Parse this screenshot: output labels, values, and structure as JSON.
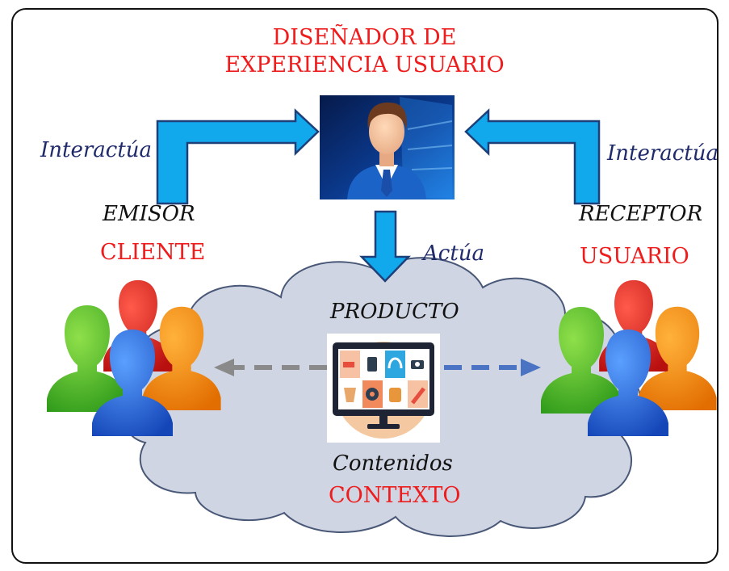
{
  "title": {
    "line1": "DISEÑADOR DE",
    "line2": "EXPERIENCIA USUARIO"
  },
  "left": {
    "interaction": "Interactúa",
    "role": "EMISOR",
    "actor": "CLIENTE"
  },
  "right": {
    "interaction": "Interactúa",
    "role": "RECEPTOR",
    "actor": "USUARIO"
  },
  "center": {
    "action": "Actúa",
    "product": "PRODUCTO",
    "content": "Contenidos",
    "context": "CONTEXTO"
  },
  "colors": {
    "accent_red": "#ee1c1c",
    "navy": "#1f2a6b",
    "arrow_blue": "#12a9ec",
    "cloud": "#cfd5e2"
  },
  "icons": [
    "designer-avatar-icon",
    "client-group-icon",
    "user-group-icon",
    "product-monitor-icon"
  ]
}
